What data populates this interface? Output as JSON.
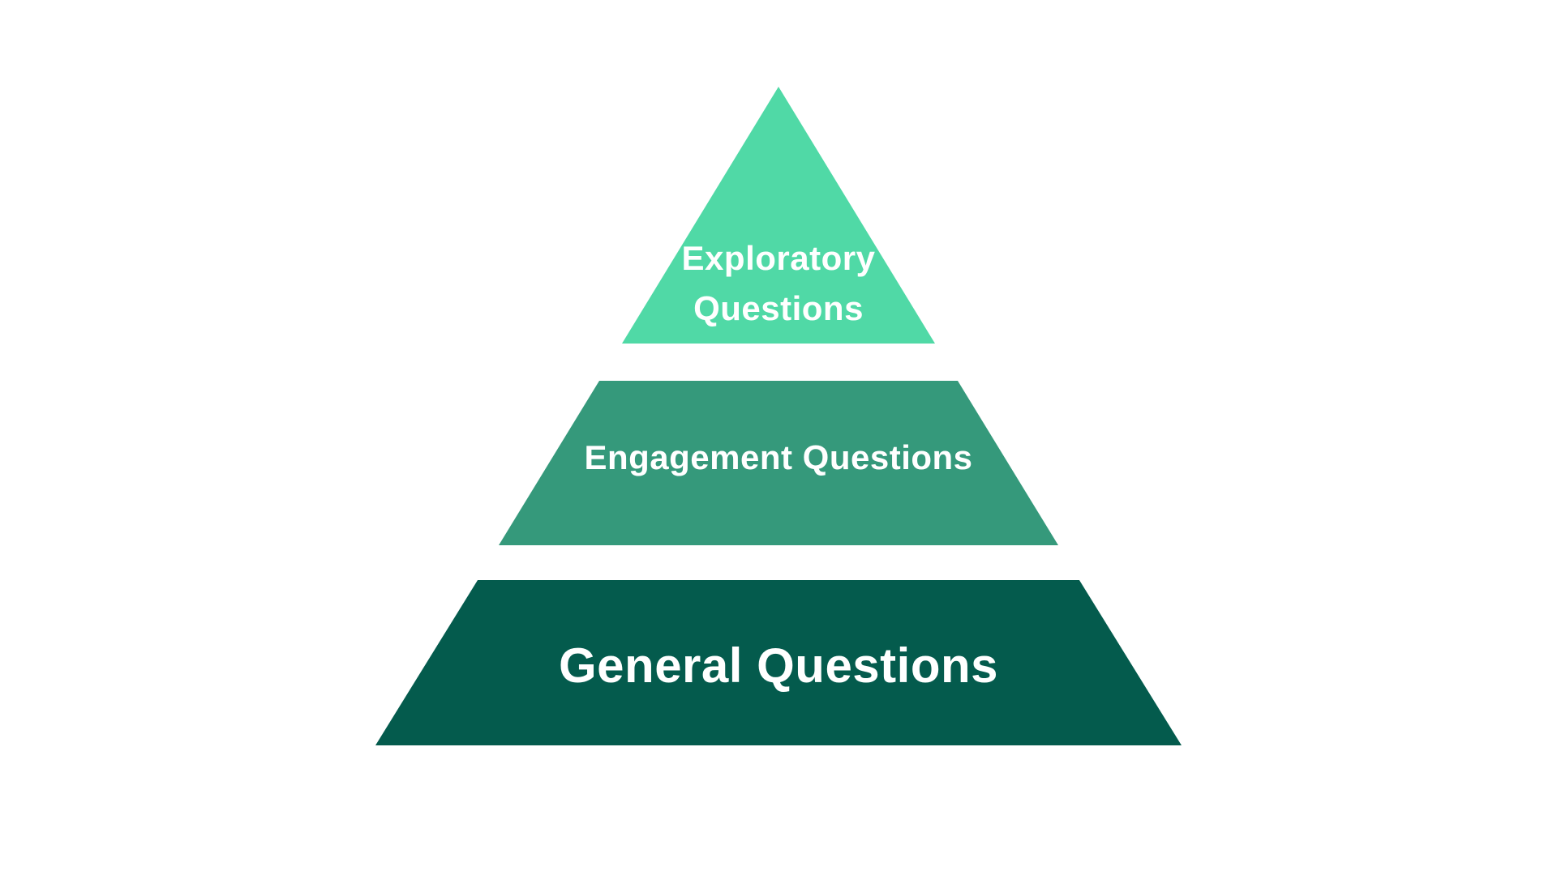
{
  "diagram": {
    "title": "question-funnel-pyramid",
    "background_color": "#ffffff",
    "text_color": "#ffffff",
    "levels": [
      {
        "id": "exploratory",
        "position": "top",
        "label": "Exploratory Questions",
        "lines": [
          "Exploratory",
          "Questions"
        ],
        "color": "#50D9A6"
      },
      {
        "id": "engagement",
        "position": "middle",
        "label": "Engagement Questions",
        "lines": [
          "Engagement Questions"
        ],
        "color": "#35997B"
      },
      {
        "id": "general",
        "position": "bottom",
        "label": "General Questions",
        "lines": [
          "General Questions"
        ],
        "color": "#045B4D"
      }
    ]
  }
}
